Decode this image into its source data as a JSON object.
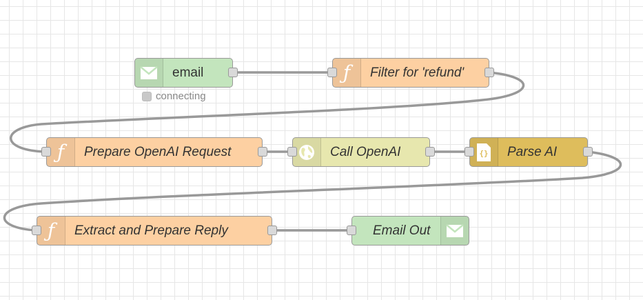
{
  "colors": {
    "email": "#c3e5bd",
    "function": "#fdd0a2",
    "http": "#e7e7ae",
    "json": "#debd5c",
    "wire": "#999999"
  },
  "nodes": {
    "email_in": {
      "label": "email",
      "icon": "envelope-icon",
      "status": "connecting"
    },
    "filter": {
      "label": "Filter for 'refund'",
      "icon": "function-icon"
    },
    "prepare": {
      "label": "Prepare OpenAI Request",
      "icon": "function-icon"
    },
    "call": {
      "label": "Call OpenAI",
      "icon": "globe-icon"
    },
    "parse": {
      "label": "Parse AI",
      "icon": "json-icon"
    },
    "extract": {
      "label": "Extract and Prepare Reply",
      "icon": "function-icon"
    },
    "email_out": {
      "label": "Email Out",
      "icon": "envelope-icon"
    }
  }
}
